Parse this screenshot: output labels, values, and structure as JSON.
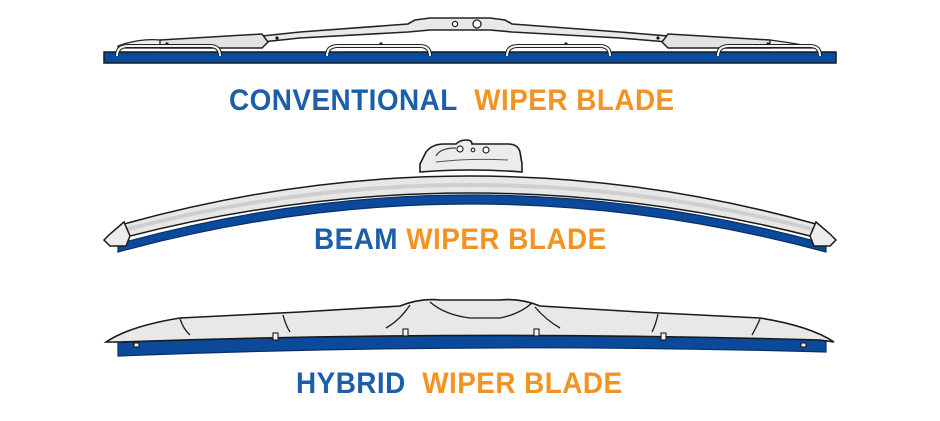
{
  "colors": {
    "type_blue": "#1c5fa8",
    "wiper_orange": "#f39323",
    "rubber_blue": "#0b4a9a",
    "frame_gray": "#e6e6e6",
    "outline": "#222222",
    "background": "#ffffff"
  },
  "blades": [
    {
      "id": "conventional",
      "type_word": "CONVENTIONAL",
      "suffix": "WIPER BLADE",
      "illustration": "conventional-wiper-blade-icon"
    },
    {
      "id": "beam",
      "type_word": "BEAM",
      "suffix": "WIPER BLADE",
      "illustration": "beam-wiper-blade-icon"
    },
    {
      "id": "hybrid",
      "type_word": "HYBRID",
      "suffix": "WIPER BLADE",
      "illustration": "hybrid-wiper-blade-icon"
    }
  ]
}
